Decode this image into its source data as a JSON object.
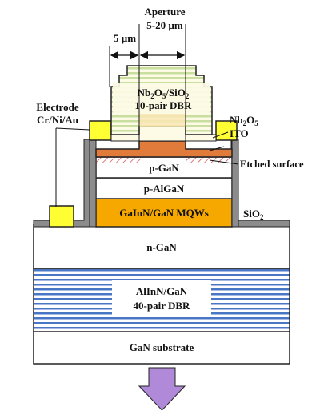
{
  "labels": {
    "aperture_line1": "Aperture",
    "aperture_line2": "5-20 µm",
    "width_5um": "5 µm",
    "dbr_top_line1_a": "Nb",
    "dbr_top_line1_sub1": "2",
    "dbr_top_line1_b": "O",
    "dbr_top_line1_sub2": "5",
    "dbr_top_line1_c": "/SiO",
    "dbr_top_line1_sub3": "2",
    "dbr_top_line2": "10-pair DBR",
    "electrode_line1": "Electrode",
    "electrode_line2": "Cr/Ni/Au",
    "nb2o5_a": "Nb",
    "nb2o5_sub1": "2",
    "nb2o5_b": "O",
    "nb2o5_sub2": "5",
    "ito": "ITO",
    "p_gan": "p-GaN",
    "etched_surface": "Etched surface",
    "p_algan": "p-AlGaN",
    "mqw": "GaInN/GaN MQWs",
    "sio2_a": "SiO",
    "sio2_sub": "2",
    "n_gan": "n-GaN",
    "bottom_dbr_line1": "AlInN/GaN",
    "bottom_dbr_line2": "40-pair  DBR",
    "substrate": "GaN substrate"
  },
  "colors": {
    "outline": "#222222",
    "dbr_stripe_light": "#c8dfa0",
    "dbr_bg": "#fdfbe6",
    "aperture_fill": "#f9e6b3",
    "ito": "#e07b3c",
    "electrode": "#ffff33",
    "sio2": "#8c8c8c",
    "mqw": "#f6a800",
    "bottom_dbr_stripe": "#4472c4",
    "arrow": "#b08ad8",
    "etch": "#d04040"
  },
  "icons": {
    "emission_arrow": "down-arrow-icon"
  }
}
